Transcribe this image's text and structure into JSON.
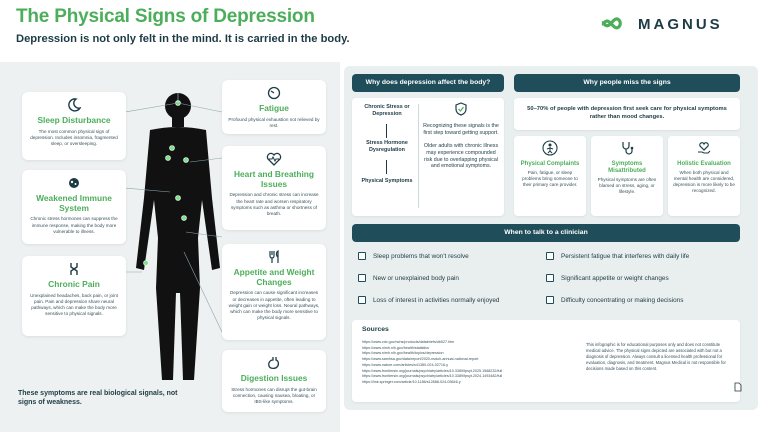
{
  "header": {
    "title": "The Physical Signs of Depression",
    "subtitle": "Depression is not only felt in the mind. It is carried in the body.",
    "brand": "MAGNUS"
  },
  "left": {
    "cards": [
      {
        "id": "sleep",
        "icon": "moon-icon",
        "title": "Sleep Disturbance",
        "text": "The most common physical sign of depression. Includes insomnia, fragmented sleep, or oversleeping."
      },
      {
        "id": "fatigue",
        "icon": "gauge-icon",
        "title": "Fatigue",
        "text": "Profound physical exhaustion not relieved by rest."
      },
      {
        "id": "immune",
        "icon": "virus-icon",
        "title": "Weakened Immune System",
        "text": "Chronic stress hormones can suppress the immune response, making the body more vulnerable to illness."
      },
      {
        "id": "heart",
        "icon": "heartbeat-icon",
        "title": "Heart and Breathing Issues",
        "text": "Depression and chronic stress can increase the heart rate and worsen respiratory symptoms such as asthma or shortness of breath."
      },
      {
        "id": "pain",
        "icon": "joint-icon",
        "title": "Chronic Pain",
        "text": "Unexplained headaches, back pain, or joint pain. Pain and depression share neural pathways, which can make the body more sensitive to physical signals."
      },
      {
        "id": "appetite",
        "icon": "fork-knife-icon",
        "title": "Appetite and Weight Changes",
        "text": "Depression can cause significant increases or decreases in appetite, often leading to weight gain or weight loss. Neural pathways, which can make the body more sensitive to physical signals."
      },
      {
        "id": "digestion",
        "icon": "stomach-icon",
        "title": "Digestion Issues",
        "text": "Stress hormones can disrupt the gut-brain connection, causing nausea, bloating, or IBS-like symptoms."
      }
    ],
    "footer": "These symptoms are real biological signals, not signs of weakness."
  },
  "why": {
    "heading": "Why does depression affect the body?",
    "flow": [
      "Chronic Stress or Depression",
      "Stress Hormone Dysregulation",
      "Physical Symptoms"
    ],
    "recognize": "Recognizing these signals is the first step toward getting support.",
    "older": "Older adults with chronic illness may experience compounded risk due to overlapping physical and emotional symptoms."
  },
  "miss": {
    "heading": "Why people miss the signs",
    "stat": "50–70% of people with depression first seek care for physical symptoms rather than mood changes.",
    "items": [
      {
        "icon": "person-icon",
        "title": "Physical Complaints",
        "text": "Pain, fatigue, or sleep problems bring someone to their primary care provider."
      },
      {
        "icon": "stethoscope-icon",
        "title": "Symptoms Misattributed",
        "text": "Physical symptoms are often blamed on stress, aging, or lifestyle."
      },
      {
        "icon": "heart-hand-icon",
        "title": "Holistic Evaluation",
        "text": "When both physical and mental health are considered, depression is more likely to be recognized."
      }
    ]
  },
  "clinician": {
    "heading": "When to talk to a clinician",
    "left": [
      "Sleep problems that won't resolve",
      "New or unexplained body pain",
      "Loss of interest in activities normally enjoyed"
    ],
    "right": [
      "Persistent fatigue that interferes with daily life",
      "Significant appetite or weight changes",
      "Difficulty concentrating or making decisions"
    ]
  },
  "sources": {
    "heading": "Sources",
    "links": [
      "https://www.cdc.gov/nchs/products/databriefs/db527.htm",
      "https://www.nimh.nih.gov/health/statistics",
      "https://www.nimh.nih.gov/health/topics/depression",
      "https://www.samhsa.gov/data/report/2020-nsduh-annual-national-report",
      "https://www.nature.com/articles/s41380-024-02716-y",
      "https://www.frontiersin.org/journals/psychiatry/articles/10.3389/fpsyt.2025.1568232/full",
      "https://www.frontiersin.org/journals/psychiatry/articles/10.3389/fpsyt.2024.1493482/full",
      "https://link.springer.com/article/10.1186/s12888-024-05646-y"
    ],
    "disclaimer": "This infographic is for educational purposes only and does not constitute medical advice. The physical signs depicted are associated with but not a diagnosis of depression. Always consult a licensed health professional for evaluation, diagnosis, and treatment. Magnus Medical is not responsible for decisions made based on this content."
  },
  "colors": {
    "green": "#4cae5b",
    "navy": "#1f4e5a",
    "panel": "#e9eeee"
  }
}
